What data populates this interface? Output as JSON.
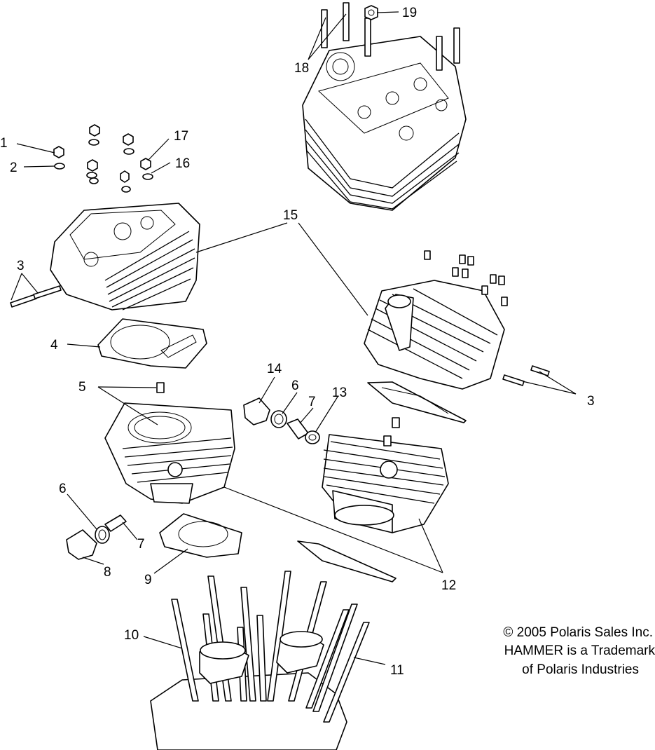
{
  "callouts": [
    {
      "id": "c1",
      "label": "1"
    },
    {
      "id": "c2",
      "label": "2"
    },
    {
      "id": "c3a",
      "label": "3"
    },
    {
      "id": "c3b",
      "label": "3"
    },
    {
      "id": "c4",
      "label": "4"
    },
    {
      "id": "c5",
      "label": "5"
    },
    {
      "id": "c6a",
      "label": "6"
    },
    {
      "id": "c6b",
      "label": "6"
    },
    {
      "id": "c7a",
      "label": "7"
    },
    {
      "id": "c7b",
      "label": "7"
    },
    {
      "id": "c8",
      "label": "8"
    },
    {
      "id": "c9",
      "label": "9"
    },
    {
      "id": "c10",
      "label": "10"
    },
    {
      "id": "c11",
      "label": "11"
    },
    {
      "id": "c12",
      "label": "12"
    },
    {
      "id": "c13",
      "label": "13"
    },
    {
      "id": "c14",
      "label": "14"
    },
    {
      "id": "c15",
      "label": "15"
    },
    {
      "id": "c16",
      "label": "16"
    },
    {
      "id": "c17",
      "label": "17"
    },
    {
      "id": "c18",
      "label": "18"
    },
    {
      "id": "c19",
      "label": "19"
    }
  ],
  "copyright": {
    "line1": "© 2005 Polaris Sales Inc.",
    "line2": "HAMMER is a Trademark",
    "line3": "of Polaris Industries"
  }
}
